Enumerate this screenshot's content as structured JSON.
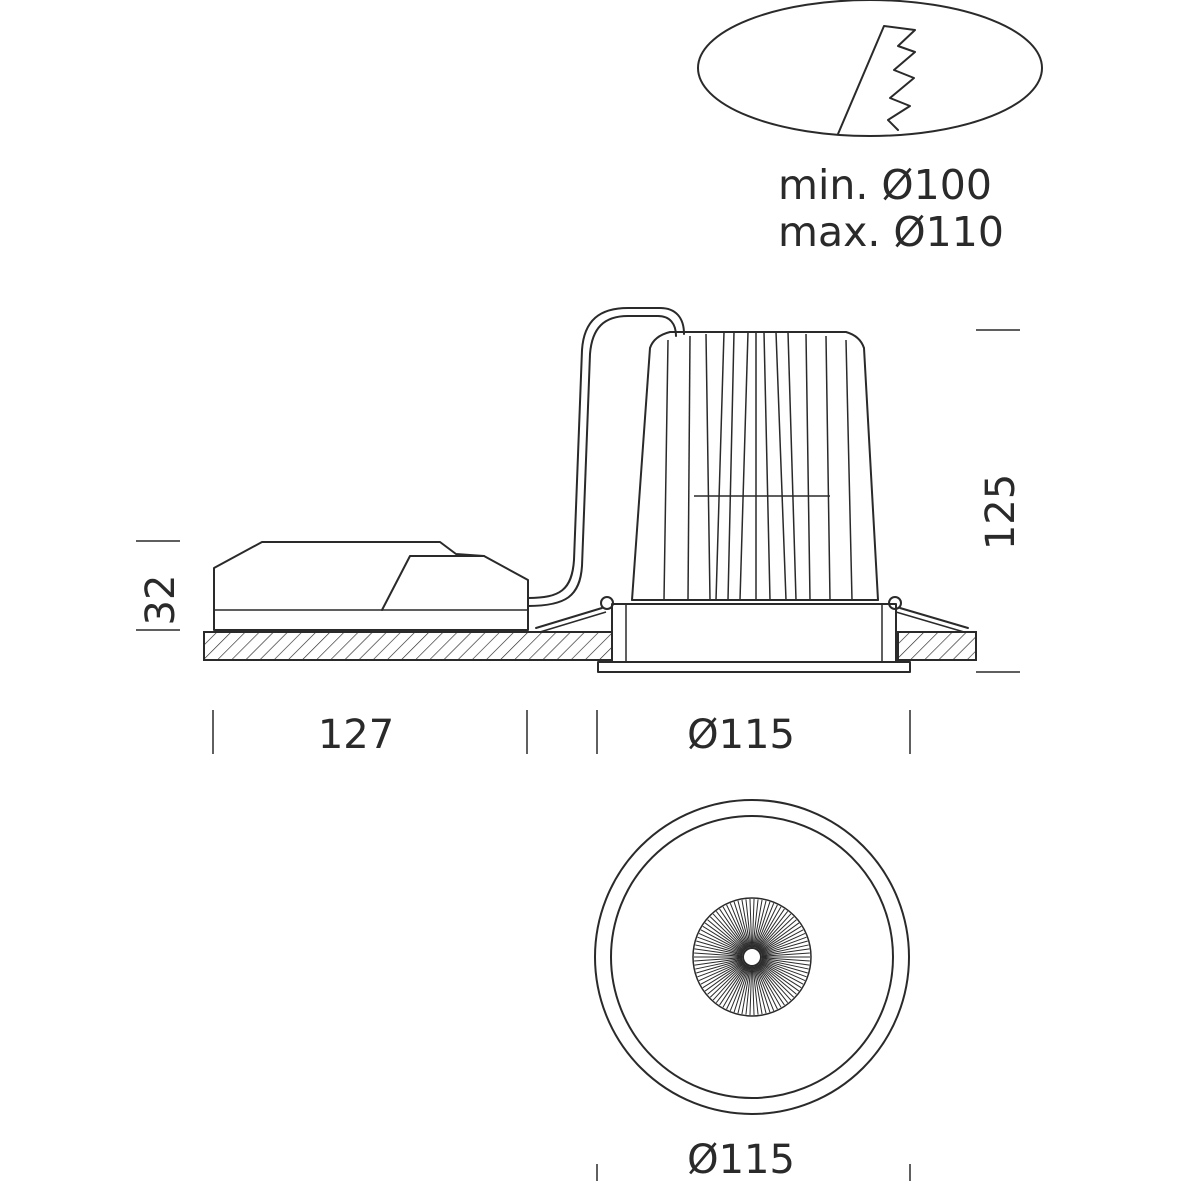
{
  "cutout": {
    "min_label": "min. Ø100",
    "max_label": "max. Ø110"
  },
  "dimensions": {
    "driver_height": "32",
    "fixture_height": "125",
    "driver_length": "127",
    "fixture_diameter_side": "Ø115",
    "fixture_diameter_front": "Ø115"
  },
  "colors": {
    "line": "#2a2a2a",
    "background": "#ffffff"
  }
}
